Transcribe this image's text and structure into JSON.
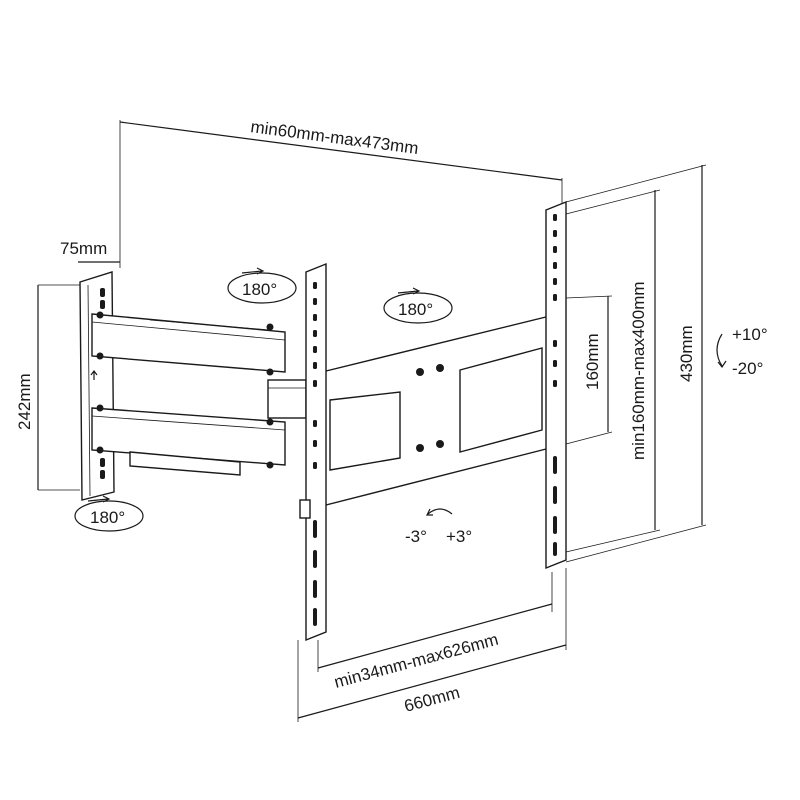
{
  "dimensions": {
    "extension": "min60mm-max473mm",
    "wall_plate_width": "75mm",
    "wall_plate_height": "242mm",
    "inner_vertical": "160mm",
    "vesa_vertical": "min160mm-max400mm",
    "arm_height": "430mm",
    "vesa_horizontal": "min34mm-max626mm",
    "overall_width": "660mm"
  },
  "rotations": {
    "wall_swivel": "180°",
    "arm_swivel": "180°",
    "head_swivel": "180°",
    "tilt_up": "+10°",
    "tilt_down": "-20°",
    "level_left": "-3°",
    "level_right": "+3°"
  },
  "colors": {
    "ink": "#1a1a1a",
    "paper": "#ffffff"
  }
}
